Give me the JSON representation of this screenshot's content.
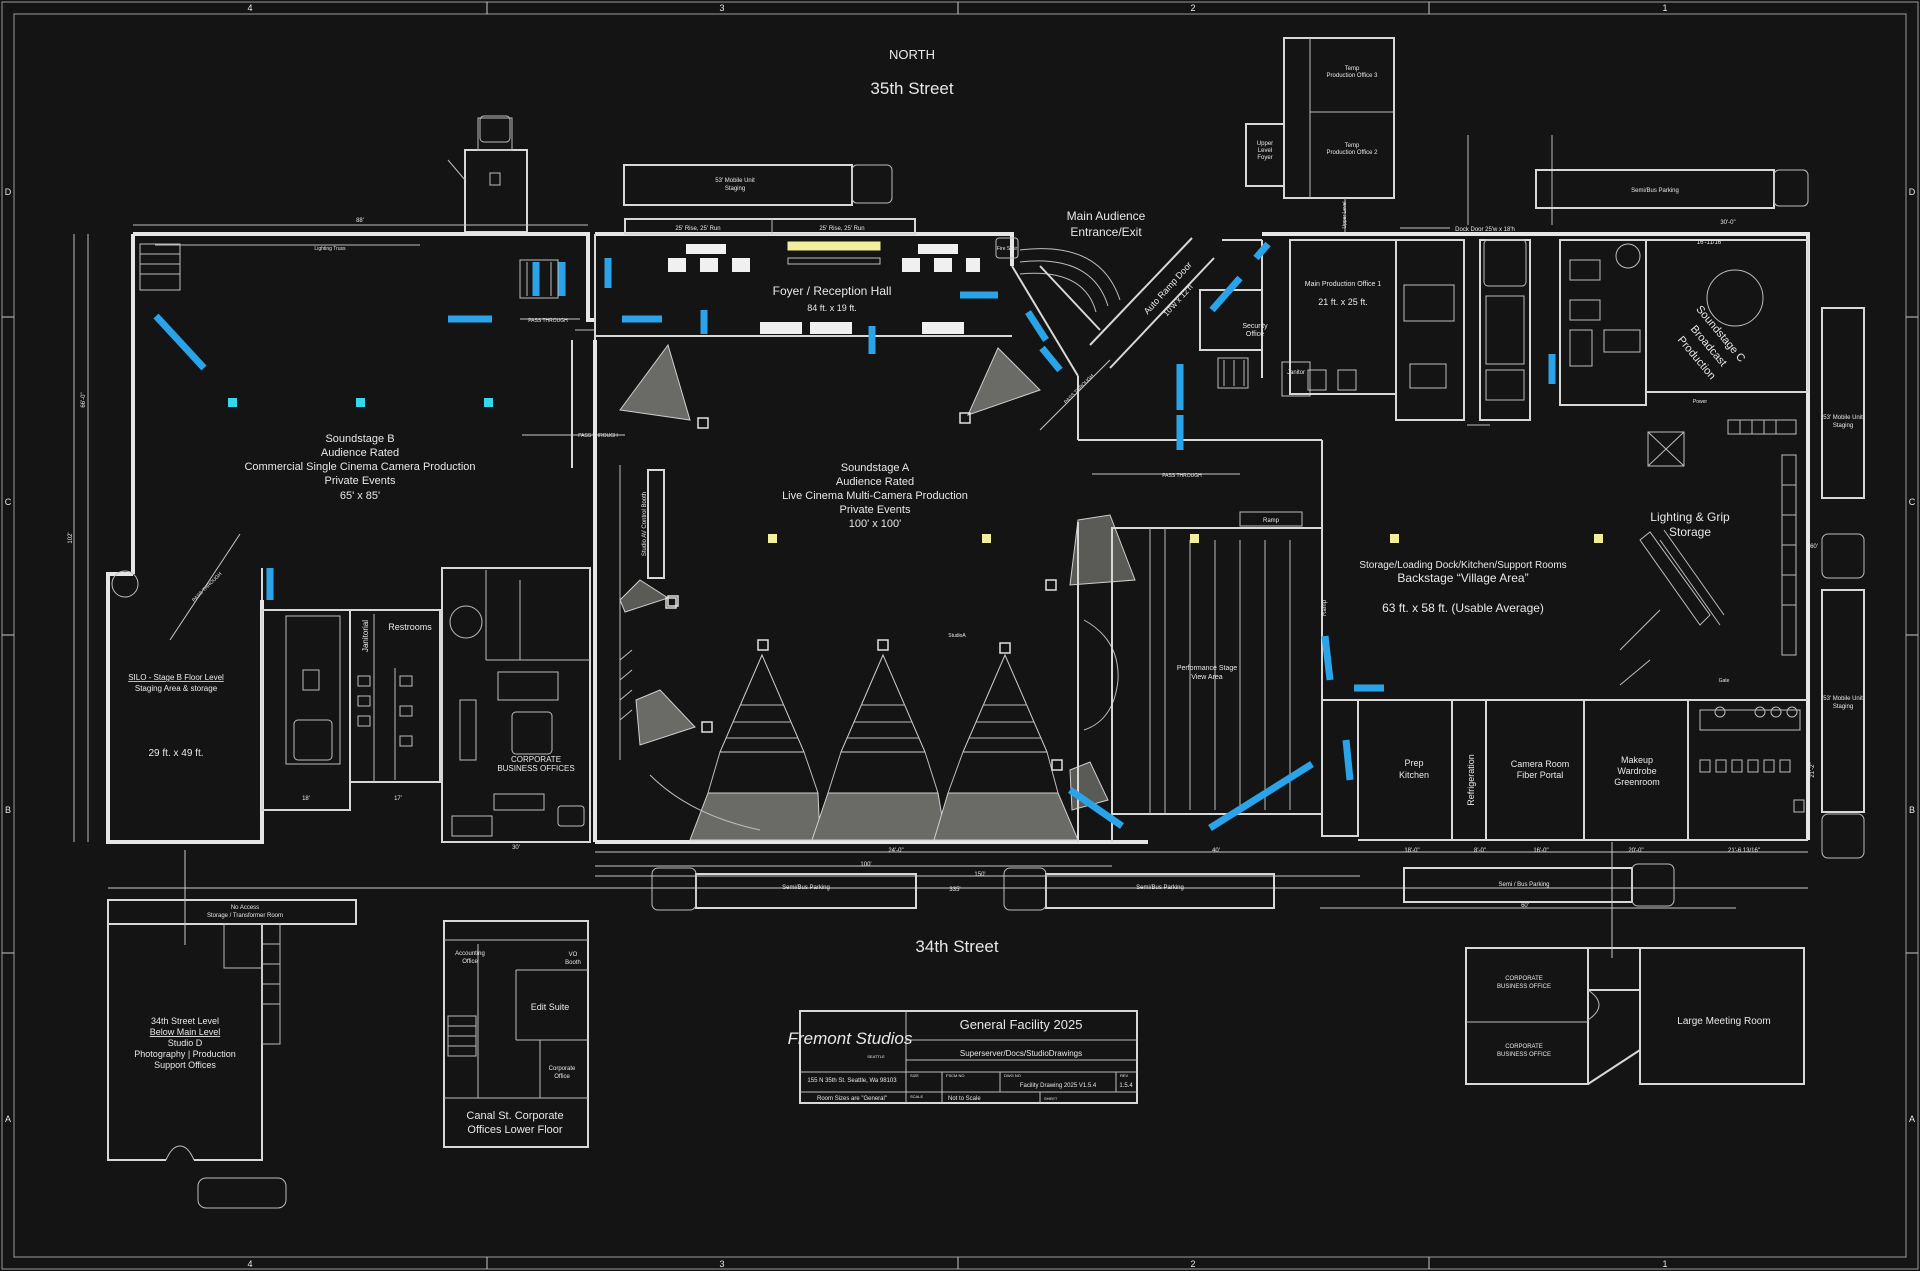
{
  "headings": {
    "north": "NORTH",
    "street_north": "35th Street",
    "street_south": "34th Street"
  },
  "rooms": {
    "soundstage_b": [
      "Soundstage B",
      "Audience Rated",
      "Commercial Single Cinema Camera Production",
      "Private Events",
      "65' x 85'"
    ],
    "soundstage_a": [
      "Soundstage A",
      "Audience Rated",
      "Live Cinema Multi-Camera Production",
      "Private Events",
      "100' x 100'"
    ],
    "foyer": [
      "Foyer / Reception Hall",
      "84 ft. x 19 ft."
    ],
    "main_entrance": [
      "Main Audience",
      "Entrance/Exit"
    ],
    "auto_ramp": [
      "Auto Ramp Door",
      "10'w x 12'h"
    ],
    "main_production_office": [
      "Main Production Office 1",
      "21 ft. x 25 ft."
    ],
    "soundstage_c": [
      "Soundstage C",
      "Broadcast",
      "Production"
    ],
    "village": [
      "Storage/Loading Dock/Kitchen/Support Rooms",
      "Backstage “Village Area”",
      "63 ft. x 58 ft. (Usable Average)"
    ],
    "lighting_grip": [
      "Lighting & Grip",
      "Storage"
    ],
    "silo": [
      "SILO - Stage B Floor Level",
      "Staging Area & storage",
      "29 ft. x 49 ft."
    ],
    "restrooms": "Restrooms",
    "janitorial": "Janitorial",
    "corporate_offices": [
      "CORPORATE",
      "BUSINESS OFFICES"
    ],
    "studio_av_booth": "Studio AV Control Booth",
    "performance_stage": [
      "Performance Stage",
      "View Area"
    ],
    "prep_kitchen": [
      "Prep",
      "Kitchen"
    ],
    "refrigeration": "Refrigeration",
    "camera_room": [
      "Camera Room",
      "Fiber Portal"
    ],
    "makeup": [
      "Makeup",
      "Wardrobe",
      "Greenroom"
    ],
    "security_office": [
      "Security",
      "Office"
    ],
    "janitor": "Janitor",
    "upper_level_foyer": [
      "Upper",
      "Level",
      "Foyer"
    ],
    "temp_office_3": [
      "Temp",
      "Production Office 3"
    ],
    "temp_office_2": [
      "Temp",
      "Production Office 2"
    ],
    "studio_d": [
      "34th Street Level",
      "Below Main Level",
      "Studio D",
      "Photography | Production",
      "Support Offices"
    ],
    "no_access": [
      "No Access",
      "Storage / Transformer Room"
    ],
    "canal_st": [
      "Canal St. Corporate",
      "Offices Lower Floor"
    ],
    "accounting": [
      "Accounting",
      "Office"
    ],
    "edit_suite": "Edit Suite",
    "vo_booth": [
      "VO",
      "Booth"
    ],
    "corporate_office_small": [
      "Corporate",
      "Office"
    ],
    "corp_business_office": [
      "CORPORATE",
      "BUSINESS OFFICE"
    ],
    "large_meeting": "Large Meeting Room"
  },
  "labels": {
    "pass_through": "PASS THROUGH",
    "fire_stair": "Fire Stair",
    "ramp": "Ramp",
    "dock_door": "Dock Door 25'w x 18'h",
    "mobile_unit": "53' Mobile Unit",
    "staging": "Staging",
    "semi_bus_parking": "Semi/Bus Parking",
    "semi_bus_parking_2": "Semi / Bus Parking",
    "rise_run": "25' Rise, 25' Run",
    "lighting_truss": "Lighting Truss",
    "soundstage_a_small": "StudioA",
    "gate": "Gate",
    "power": "Power",
    "upper_level": "Upper Level"
  },
  "dimensions": {
    "top_b": "88'",
    "left_b": "66'-0\"",
    "left_total": "102'",
    "b_sub1": "18'",
    "b_sub2": "17'",
    "b_sub3": "30'",
    "a_sub": "24'-0\"",
    "a_total": "100'",
    "mid_40": "40'",
    "total_150": "150'",
    "total_335": "335'",
    "right_60": "60'",
    "r18": "18'-0\"",
    "r8": "8'-0\"",
    "r16": "16'-0\"",
    "r20": "20'-0\"",
    "r21": "21'-6 13/16\"",
    "right_side": "60'",
    "c_top": "30'-0\"",
    "c_top2": "16'-11/16\"",
    "c_side": "21'-2\""
  },
  "title_block": {
    "logo_line": "Fremont Studios",
    "logo_sub": "SEATTLE",
    "title": "General Facility 2025",
    "path": "Superserver/Docs/StudioDrawings",
    "address": "155 N 35th St. Seattle, Wa 98103",
    "size_label": "SIZE",
    "fscm_label": "FSCM NO",
    "dwg_label": "DWG NO",
    "rev_label": "REV",
    "dwg_value": "Facility Drawing 2025 V1.5.4",
    "rev_value": "1.5.4",
    "note": "Room Sizes are \"General\"",
    "scale_label": "SCALE",
    "scale_value": "Not to Scale",
    "sheet_label": "SHEET"
  },
  "grid": {
    "columns": [
      "4",
      "3",
      "2",
      "1"
    ],
    "rows": [
      "D",
      "C",
      "B",
      "A"
    ]
  },
  "colors": {
    "background": "#141414",
    "line": "#d8d8d8",
    "camera_blue": "#2aa3e8",
    "light_cyan": "#38d6ee",
    "light_yellow": "#f3ee9a"
  }
}
